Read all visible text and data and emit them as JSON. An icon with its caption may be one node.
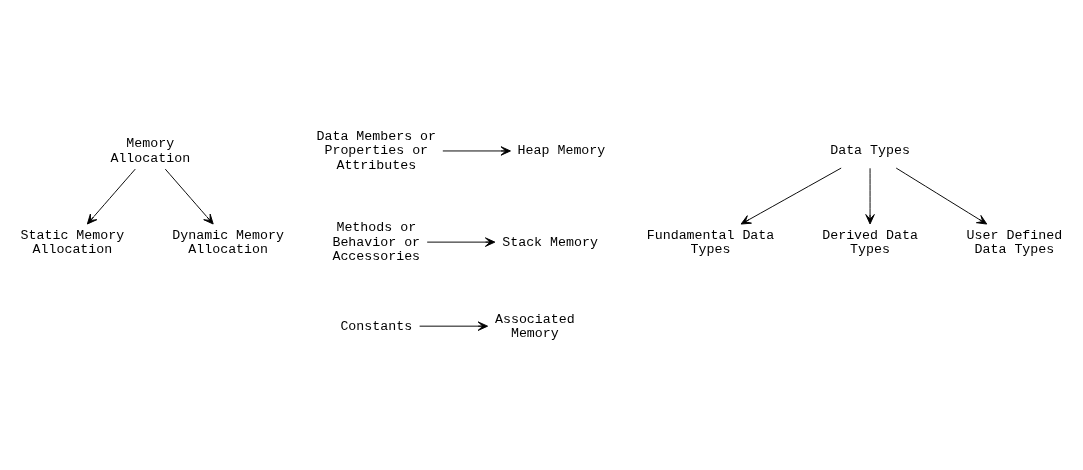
{
  "diagram": {
    "nodes": [
      {
        "text": [
          "Memory Allocation"
        ]
      },
      {
        "text": [
          "Static Memory Allocation"
        ]
      },
      {
        "text": [
          "Dynamic Memory Allocation"
        ]
      },
      {
        "text": [
          "Data Members or Properties or Attributes"
        ]
      },
      {
        "text": [
          "Heap Memory"
        ]
      },
      {
        "text": [
          "Methods or Behavior or Accessories"
        ]
      },
      {
        "text": [
          "Stack Memory"
        ]
      },
      {
        "text": [
          "Constants"
        ]
      },
      {
        "text": [
          "Associated Memory"
        ]
      },
      {
        "text": [
          "Data Types"
        ]
      },
      {
        "text": [
          "Fundamental Data Types"
        ]
      },
      {
        "text": [
          "Derived Data Types"
        ]
      },
      {
        "text": [
          "User Defined Data Types"
        ]
      }
    ],
    "edges": [
      {
        "from": 0,
        "to": 1,
        "arrow": "to"
      },
      {
        "from": 0,
        "to": 2,
        "arrow": "to"
      },
      {
        "from": 3,
        "to": 4,
        "arrow": "to"
      },
      {
        "from": 5,
        "to": 6,
        "arrow": "to"
      },
      {
        "from": 7,
        "to": 8,
        "arrow": "to"
      },
      {
        "from": 9,
        "to": 10,
        "arrow": "to"
      },
      {
        "from": 9,
        "to": 11,
        "arrow": "to"
      },
      {
        "from": 9,
        "to": 12,
        "arrow": "to"
      }
    ]
  }
}
